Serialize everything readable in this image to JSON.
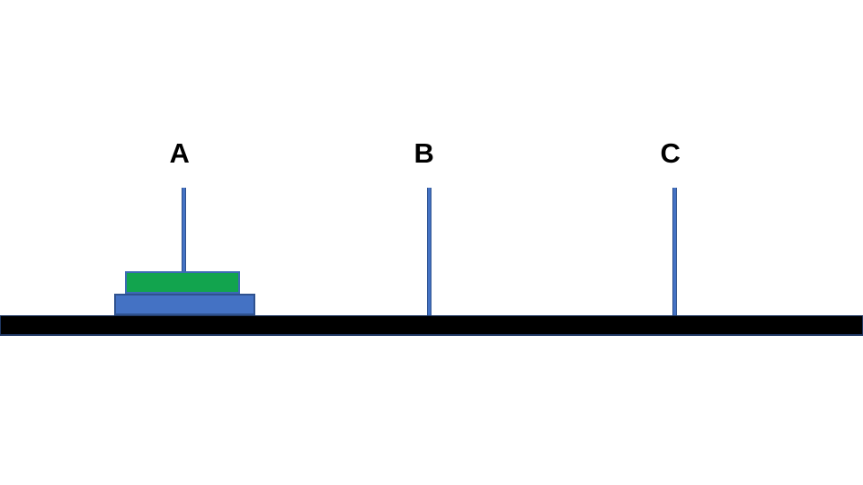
{
  "pegs": [
    {
      "label": "A",
      "disks": [
        {
          "name": "large-blue-disk",
          "size": "large",
          "color": "#4472C4",
          "position": "bottom"
        },
        {
          "name": "small-green-disk",
          "size": "small",
          "color": "#12A44E",
          "position": "top"
        }
      ]
    },
    {
      "label": "B",
      "disks": []
    },
    {
      "label": "C",
      "disks": []
    }
  ],
  "colors": {
    "background": "#FFFFFF",
    "label": "#000000",
    "pole-fill": "#4472C4",
    "pole-edge": "#2F528F",
    "disk-green-fill": "#12A44E",
    "disk-green-edge": "#3C6AB5",
    "disk-blue-fill": "#4472C4",
    "disk-blue-edge": "#2F528F",
    "base-fill": "#000000",
    "base-edge": "#203864"
  }
}
